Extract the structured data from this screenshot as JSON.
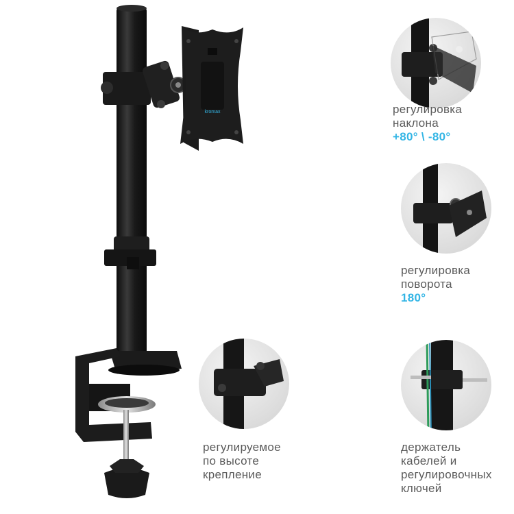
{
  "colors": {
    "accent": "#33b5e5",
    "caption_text": "#5a5a5a",
    "mount_black": "#1b1b1b"
  },
  "product": {
    "brand": "kromax"
  },
  "features": [
    {
      "id": "tilt",
      "icon": "tilt-detail-icon",
      "lines": [
        "регулировка",
        "наклона"
      ],
      "value": "+80° \\ -80°"
    },
    {
      "id": "swivel",
      "icon": "swivel-detail-icon",
      "lines": [
        "регулировка",
        "поворота"
      ],
      "value": "180°"
    },
    {
      "id": "height",
      "icon": "height-clamp-detail-icon",
      "lines": [
        "регулируемое",
        "по высоте",
        "крепление"
      ],
      "value": ""
    },
    {
      "id": "cable",
      "icon": "cable-holder-detail-icon",
      "lines": [
        "держатель",
        "кабелей и",
        "регулировочных",
        "ключей"
      ],
      "value": ""
    }
  ]
}
